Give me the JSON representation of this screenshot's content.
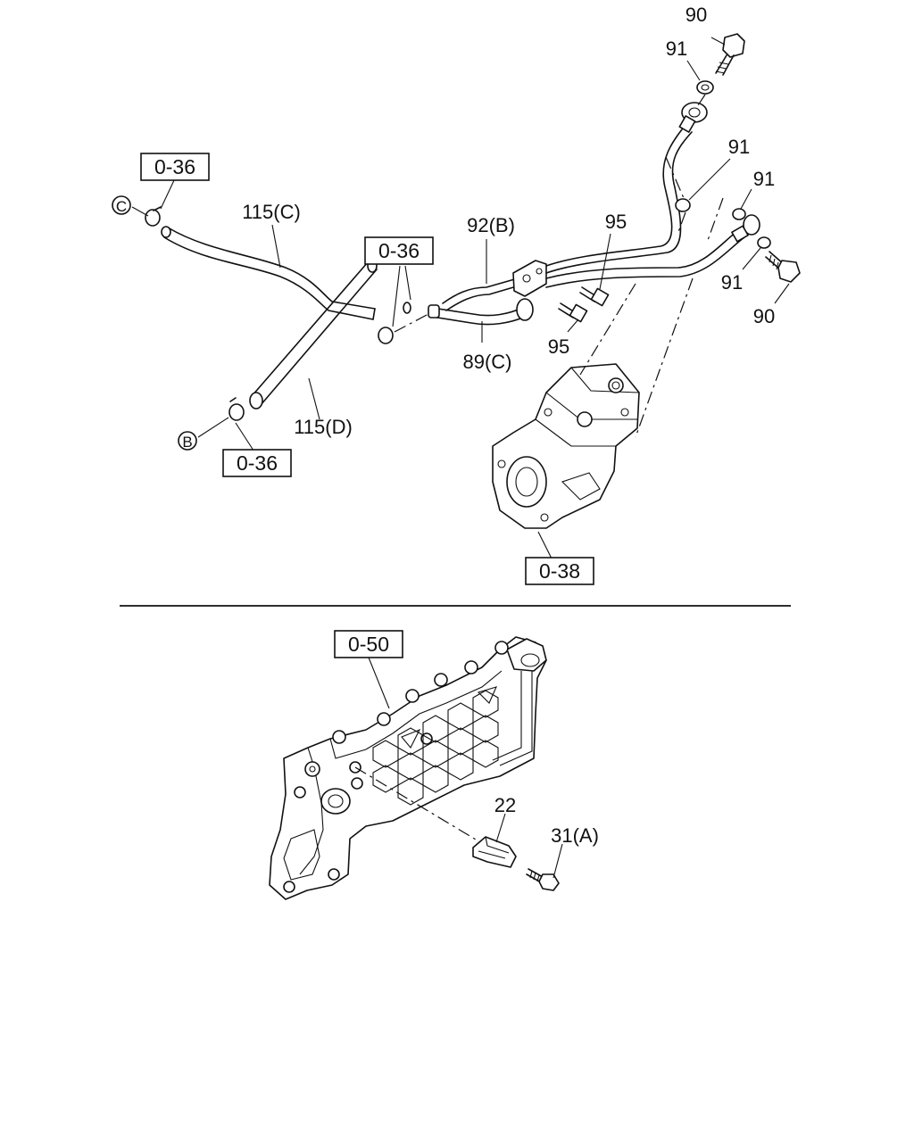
{
  "labels": {
    "l90_top": "90",
    "l91_top": "91",
    "l91_mid1": "91",
    "l91_mid2": "91",
    "l91_low": "91",
    "l90_low": "90",
    "l95_top": "95",
    "l95_low": "95",
    "l92b": "92(B)",
    "l89c": "89(C)",
    "l115c": "115(C)",
    "l115d": "115(D)",
    "l22": "22",
    "l31a": "31(A)"
  },
  "refs": {
    "r036_a": "0-36",
    "r036_b": "0-36",
    "r036_c": "0-36",
    "r038": "0-38",
    "r050": "0-50"
  },
  "callouts": {
    "c": "C",
    "b": "B"
  }
}
